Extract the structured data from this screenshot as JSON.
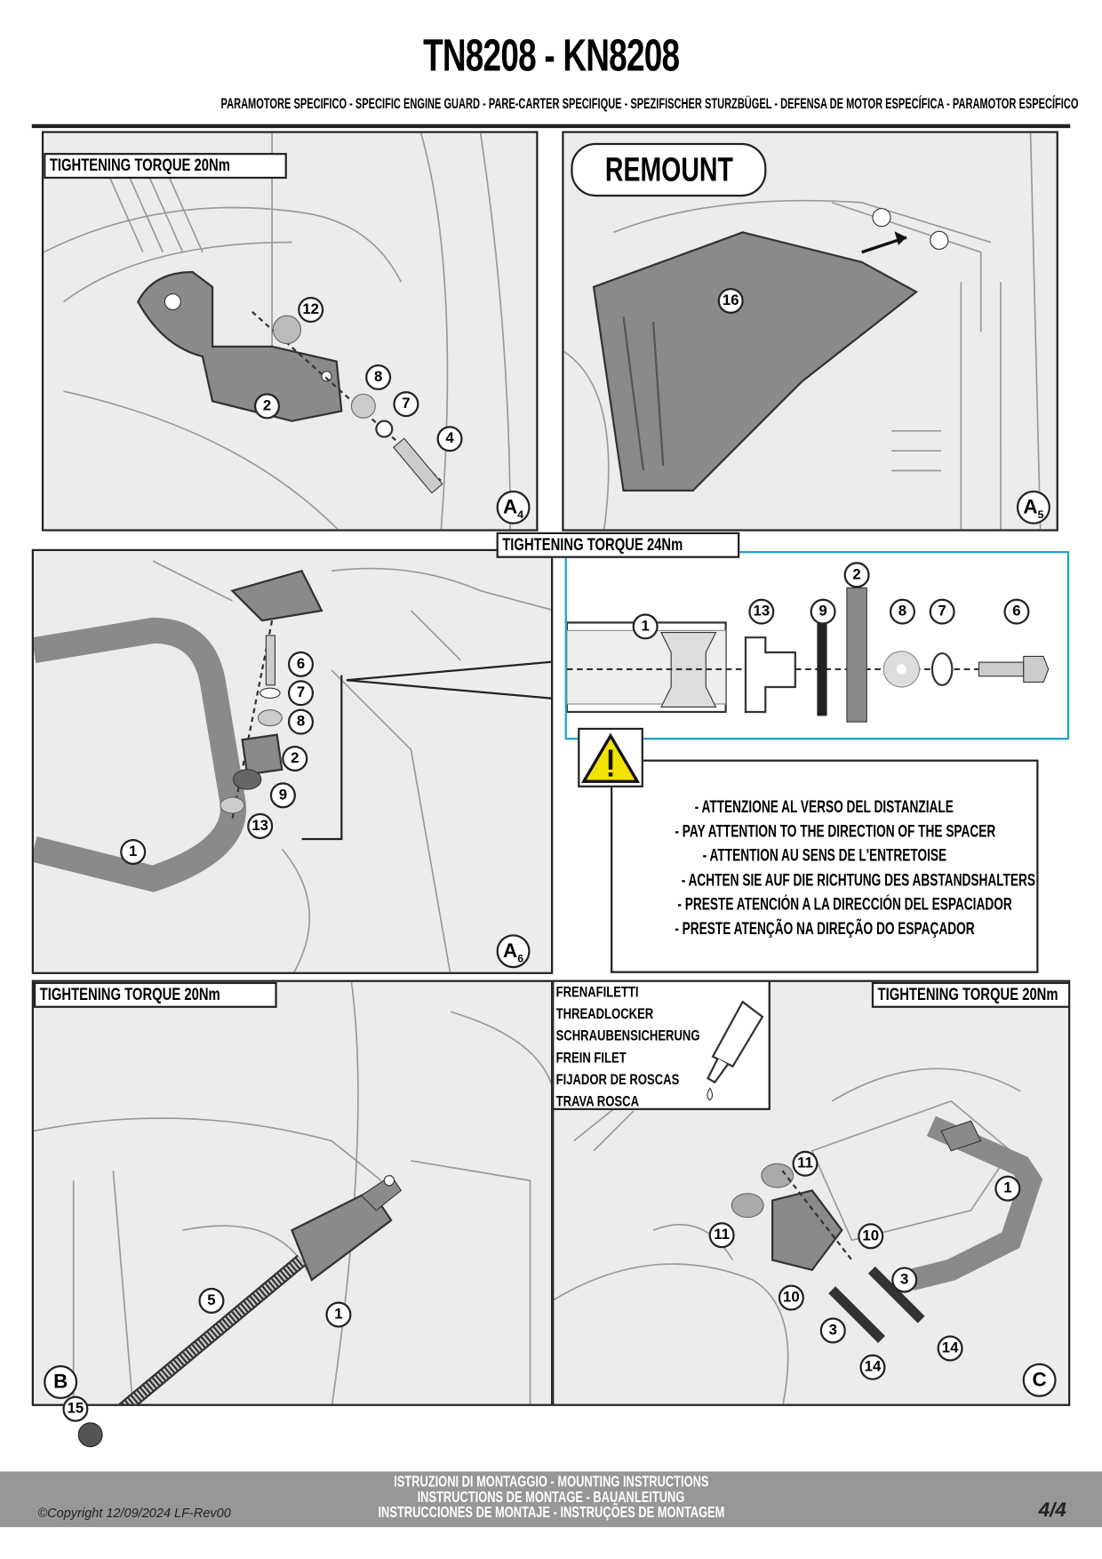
{
  "header": {
    "title": "TN8208 - KN8208",
    "subtitle": "PARAMOTORE SPECIFICO  -  SPECIFIC ENGINE GUARD - PARE-CARTER SPECIFIQUE - SPEZIFISCHER STURZBÜGEL - DEFENSA DE MOTOR ESPECÍFICA - PARAMOTOR ESPECÍFICO"
  },
  "panels": {
    "a4": {
      "torque": "TIGHTENING TORQUE 20Nm",
      "step": "A",
      "step_sub": "4",
      "callouts": [
        "12",
        "8",
        "7",
        "2",
        "4"
      ]
    },
    "a5": {
      "label": "REMOUNT",
      "step": "A",
      "step_sub": "5",
      "callouts": [
        "16"
      ]
    },
    "a6": {
      "torque": "TIGHTENING TORQUE 24Nm",
      "step": "A",
      "step_sub": "6",
      "callouts": [
        "6",
        "7",
        "8",
        "2",
        "9",
        "13",
        "1"
      ]
    },
    "detail": {
      "callouts": [
        "1",
        "13",
        "9",
        "2",
        "8",
        "7",
        "6"
      ]
    },
    "b": {
      "torque": "TIGHTENING TORQUE 20Nm",
      "step": "B",
      "callouts": [
        "5",
        "1",
        "15"
      ]
    },
    "c": {
      "torque": "TIGHTENING TORQUE 20Nm",
      "step": "C",
      "callouts": [
        "11",
        "11",
        "10",
        "1",
        "10",
        "3",
        "3",
        "14",
        "14"
      ]
    }
  },
  "warning": {
    "icon": "warning-triangle-icon",
    "lines": [
      "- ATTENZIONE AL VERSO DEL DISTANZIALE",
      "- PAY ATTENTION TO THE DIRECTION OF THE SPACER",
      "- ATTENTION AU SENS DE L'ENTRETOISE",
      "- ACHTEN SIE AUF DIE RICHTUNG DES ABSTANDSHALTERS",
      "- PRESTE ATENCIÓN A LA DIRECCIÓN DEL ESPACIADOR",
      "- PRESTE ATENÇÃO NA DIREÇÃO DO ESPAÇADOR"
    ]
  },
  "threadlocker": {
    "lines": [
      "FRENAFILETTI",
      "THREADLOCKER",
      "SCHRAUBENSICHERUNG",
      "FREIN FILET",
      "FIJADOR DE ROSCAS",
      "TRAVA ROSCA"
    ],
    "icon": "threadlocker-tube-icon"
  },
  "footer": {
    "copyright": "©Copyright 12/09/2024 LF-Rev00",
    "title_lines": [
      "ISTRUZIONI DI MONTAGGIO  -  MOUNTING INSTRUCTIONS",
      "INSTRUCTIONS DE MONTAGE - BAUANLEITUNG",
      "INSTRUCCIONES DE MONTAJE - INSTRUÇÕES DE MONTAGEM"
    ],
    "page": "4/4"
  },
  "colors": {
    "detail_border": "#1aa3c8",
    "warning_yellow": "#f2e200",
    "footer_bg": "#979797",
    "part_gray": "#8a8a8a"
  }
}
